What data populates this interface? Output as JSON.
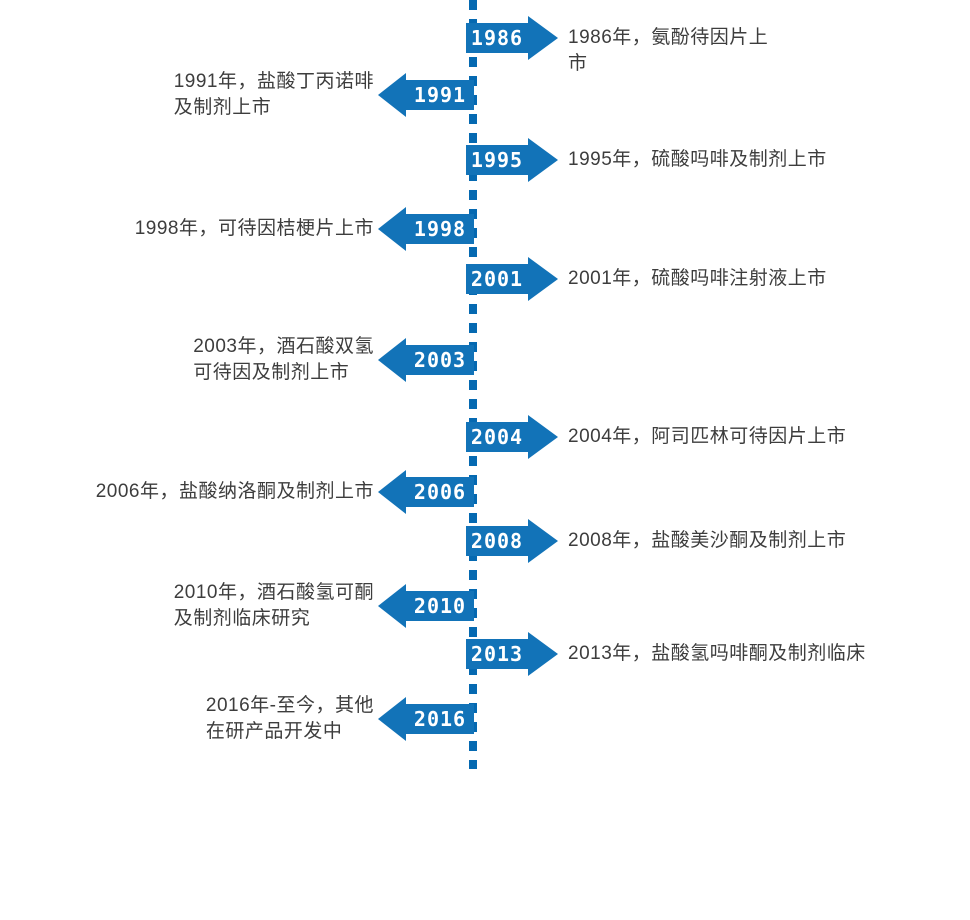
{
  "colors": {
    "accent": "#1273B8",
    "line": "#0569B1",
    "year_text": "#FFFFFF",
    "description_text": "#3D3D3D",
    "background": "#FFFFFF"
  },
  "timeline": {
    "events": [
      {
        "year": "1986",
        "side": "right",
        "description": "1986年，氨酚待因片上\n市"
      },
      {
        "year": "1991",
        "side": "left",
        "description": "1991年，盐酸丁丙诺啡\n及制剂上市"
      },
      {
        "year": "1995",
        "side": "right",
        "description": "1995年，硫酸吗啡及制剂上市"
      },
      {
        "year": "1998",
        "side": "left",
        "description": "1998年，可待因桔梗片上市"
      },
      {
        "year": "2001",
        "side": "right",
        "description": "2001年，硫酸吗啡注射液上市"
      },
      {
        "year": "2003",
        "side": "left",
        "description": "2003年，酒石酸双氢\n可待因及制剂上市"
      },
      {
        "year": "2004",
        "side": "right",
        "description": "2004年，阿司匹林可待因片上市"
      },
      {
        "year": "2006",
        "side": "left",
        "description": "2006年，盐酸纳洛酮及制剂上市"
      },
      {
        "year": "2008",
        "side": "right",
        "description": "2008年，盐酸美沙酮及制剂上市"
      },
      {
        "year": "2010",
        "side": "left",
        "description": "2010年，酒石酸氢可酮\n及制剂临床研究"
      },
      {
        "year": "2013",
        "side": "right",
        "description": "2013年，盐酸氢吗啡酮及制剂临床"
      },
      {
        "year": "2016",
        "side": "left",
        "description": "2016年-至今，其他\n在研产品开发中"
      }
    ]
  }
}
